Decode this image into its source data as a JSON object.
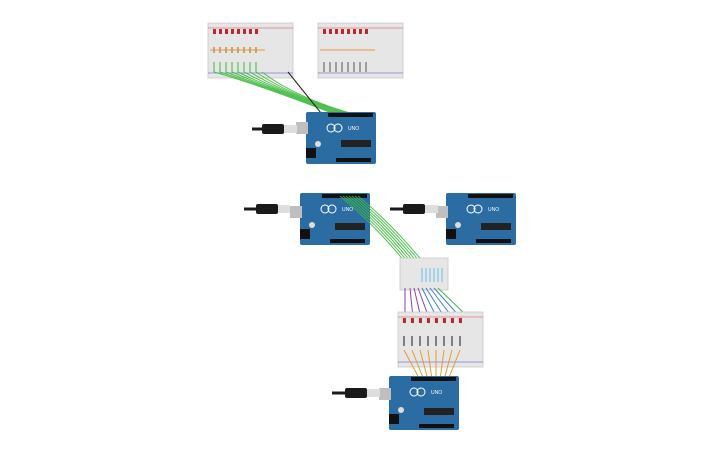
{
  "arduinos": [
    {
      "id": "arduino-1",
      "model": "UNO"
    },
    {
      "id": "arduino-2",
      "model": "UNO"
    },
    {
      "id": "arduino-3",
      "model": "UNO"
    },
    {
      "id": "arduino-4",
      "model": "UNO"
    }
  ],
  "breadboards": [
    {
      "id": "breadboard-1"
    },
    {
      "id": "breadboard-2"
    },
    {
      "id": "breadboard-3"
    },
    {
      "id": "breadboard-4"
    }
  ],
  "colors": {
    "board": "#2b6ca3",
    "board_dark": "#1d4f7c",
    "breadboard": "#e6e6e6",
    "led": "#c0262b",
    "wire_green": "#3dbb3d",
    "wire_orange": "#e89a2c",
    "wire_purple": "#8c3fb5",
    "wire_blue": "#3f7fd6",
    "wire_black": "#222222",
    "cable": "#1a1a1a",
    "usb": "#bfbfbf"
  }
}
